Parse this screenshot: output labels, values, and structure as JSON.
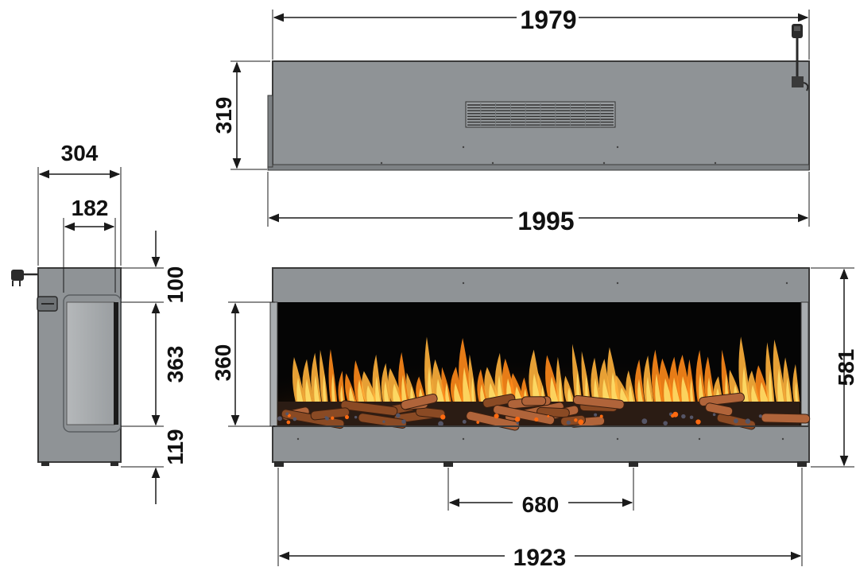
{
  "dimensions": {
    "top_width": "1979",
    "top_depth": "319",
    "base_width": "1995",
    "side_depth": "304",
    "side_opening": "182",
    "side_top": "100",
    "side_opening_height": "363",
    "side_bottom": "119",
    "front_opening_height": "360",
    "front_total_height": "581",
    "feet_spacing_inner": "680",
    "feet_spacing_outer": "1923"
  },
  "colors": {
    "body": "#8f9396",
    "body_dark": "#6e7275",
    "outline": "#3a3a3a",
    "firebox": "#050505",
    "dimension": "#1a1a1a",
    "flame": "#ff8a1a",
    "logs": "#8a4a24"
  }
}
